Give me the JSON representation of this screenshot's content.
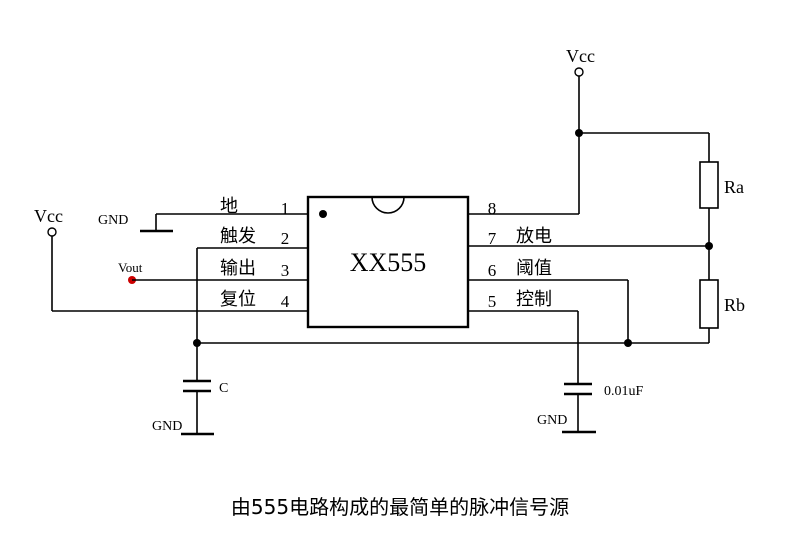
{
  "chip": {
    "name": "XX555",
    "pins": [
      {
        "num": "1",
        "label": "地"
      },
      {
        "num": "2",
        "label": "触发"
      },
      {
        "num": "3",
        "label": "输出"
      },
      {
        "num": "4",
        "label": "复位"
      },
      {
        "num": "5",
        "label": "控制"
      },
      {
        "num": "6",
        "label": "阈值"
      },
      {
        "num": "7",
        "label": "放电"
      },
      {
        "num": "8",
        "label": ""
      }
    ]
  },
  "labels": {
    "vcc_top": "Vcc",
    "vcc_left": "Vcc",
    "gnd_pin1": "GND",
    "gnd_cap_c": "GND",
    "gnd_cap_ctrl": "GND",
    "vout": "Vout",
    "ra": "Ra",
    "rb": "Rb",
    "cap_c": "C",
    "cap_ctrl": "0.01uF"
  },
  "caption": "由555电路构成的最简单的脉冲信号源",
  "colors": {
    "line": "#000000",
    "vout_dot": "#cc0000"
  }
}
